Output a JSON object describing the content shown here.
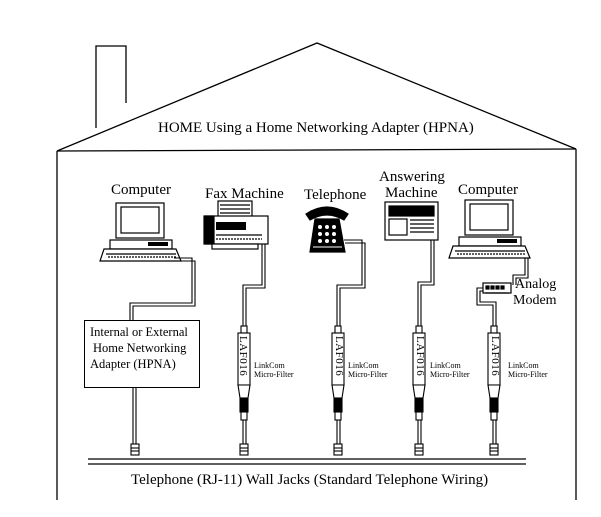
{
  "title": "HOME Using a Home Networking Adapter (HPNA)",
  "devices": {
    "computer_left": "Computer",
    "fax": "Fax Machine",
    "telephone": "Telephone",
    "answering_line1": "Answering",
    "answering_line2": "Machine",
    "computer_right": "Computer",
    "modem_line1": "Analog",
    "modem_line2": "Modem"
  },
  "adapter": {
    "line1": "Internal or External",
    "line2": "Home Networking",
    "line3": "Adapter (HPNA)"
  },
  "filter": {
    "model": "LAF016",
    "brand": "LinkCom",
    "type": "Micro-Filter"
  },
  "wall_jacks_label": "Telephone (RJ-11) Wall Jacks (Standard Telephone Wiring)"
}
